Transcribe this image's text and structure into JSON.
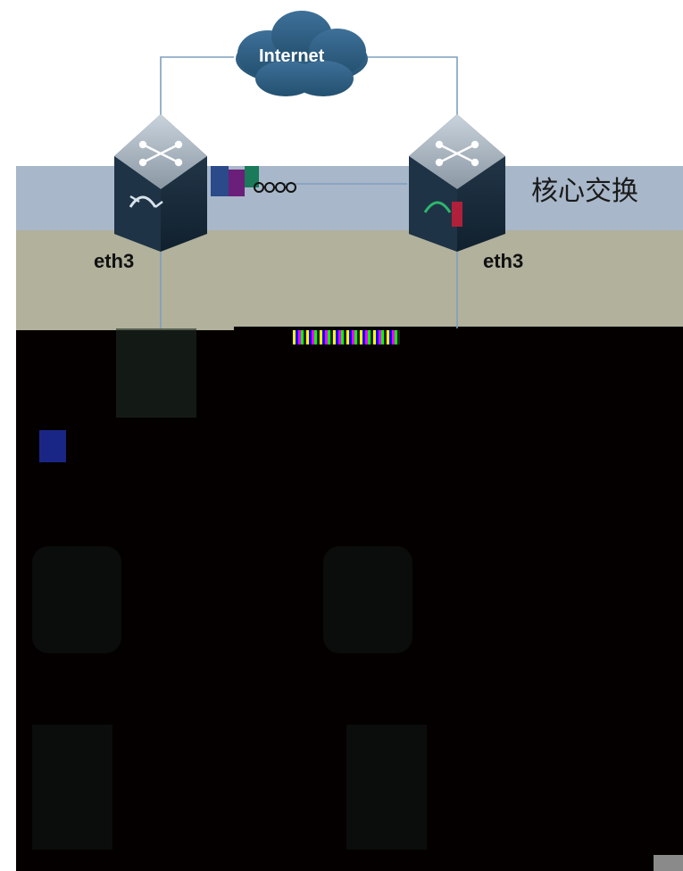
{
  "diagram": {
    "cloud_label": "Internet",
    "core_switch_label": "核心交换",
    "left_port_label": "eth3",
    "right_port_label": "eth3"
  },
  "colors": {
    "line": "#7f9fbd",
    "cloud": "#2f5f85",
    "band_blue": "#a8b7c9",
    "band_olive": "#b1b19c",
    "band_black": "#050000"
  }
}
